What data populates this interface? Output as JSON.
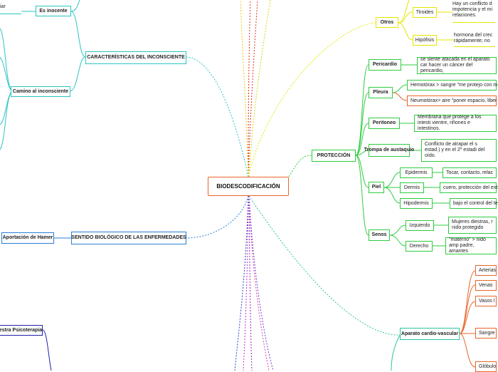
{
  "root": "BIODESCODIFICACIÓN",
  "left": {
    "cut_top": "iar",
    "es_inocente": "Es inocente",
    "caracteristicas": "CARACTERÍSTICAS DEL INCONSCIENTE",
    "camino": "Camino al inconsciente",
    "aportacion": "Aportación de Hamer",
    "sentido": "SENTIDO BIOLÓGICO DE LAS ENFERMEDADES",
    "psicoterapia": "estra Psicoterapia"
  },
  "otros": {
    "label": "Otros",
    "top_text": "Hay un conflicto d impotencia y el mi relaciones.",
    "tiroides": "Tiroides",
    "hipofisis": "Hipófisis",
    "hipofisis_text": "hormona del crec rápidamente; no"
  },
  "proteccion": {
    "label": "PROTECCIÓN",
    "pericardio": "Pericardio",
    "pericardio_text": "se siente atacada en el aparato car hacer un cáncer del pericardio,",
    "pleura": "Pleura",
    "hemotorax": "Hemotórax > sangre \"me protejo con m",
    "neumotorax": "Neumotórax> aire \"poner espacio, liber",
    "peritoneo": "Peritoneo",
    "peritoneo_text": "Membrana que protege a los intesti vientre, riñones e intestinos.",
    "trompa": "Trompa de austaquio",
    "trompa_text": "Conflicto de atrapar el s estad.) y en el 2º estadi del oído.",
    "piel": "Piel",
    "epidermis": "Epidermis",
    "epidermis_text": "Tocar, contacto, relac",
    "dermis": "Dermis",
    "dermis_text": "cuero, protección del ext",
    "hipodermis": "Hipodermis",
    "hipodermis_text": "bajo el control del te",
    "senos": "Senos",
    "izquierdo": "Izquierdo",
    "izquierdo_text": "Mujeres diestras, r nido protegido",
    "derecho": "Derecho",
    "derecho_text": "\"materno\" > nido amp padre, amantes"
  },
  "cardio": {
    "label": "Aparato cardio-vascular",
    "arterias": "Arterias",
    "venas": "Venas",
    "vasos": "Vasos l",
    "sangre": "Sangre",
    "globulos": "Glóbulo"
  }
}
